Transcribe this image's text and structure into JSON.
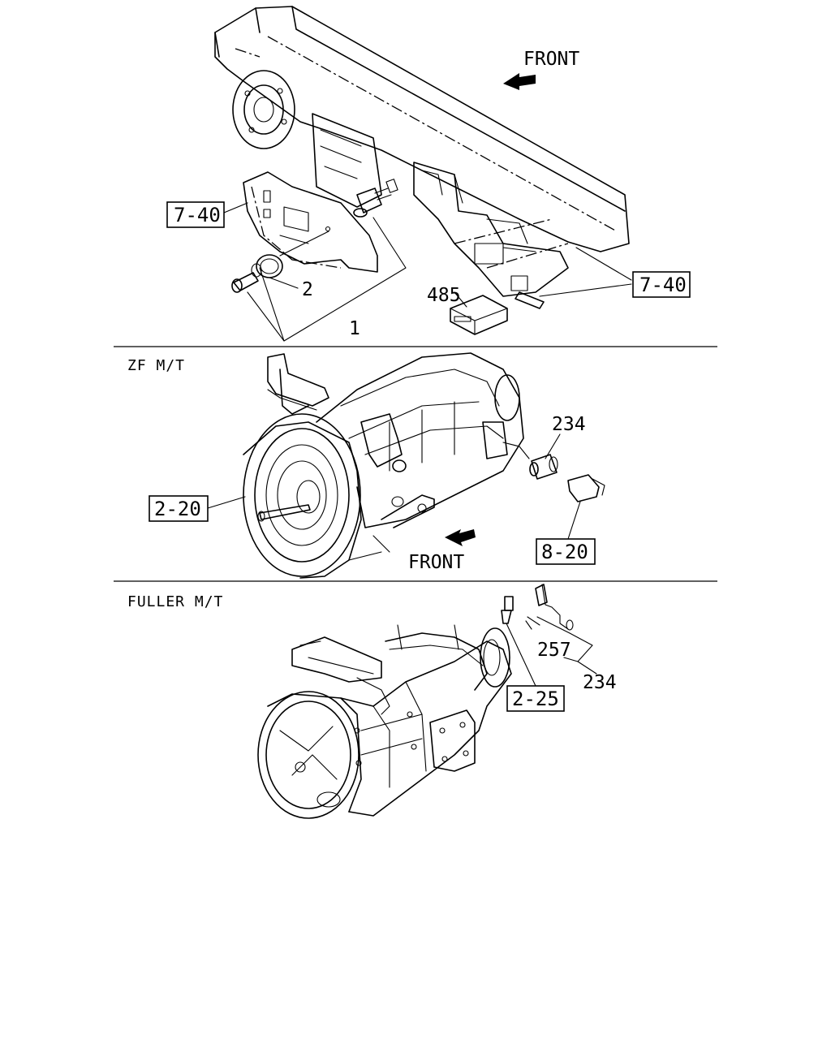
{
  "top": {
    "front": "FRONT",
    "ref_left": "7-40",
    "ref_right": "7-40",
    "part_2": "2",
    "part_1": "1",
    "part_485": "485"
  },
  "zf": {
    "title": "ZF M/T",
    "part_234": "234",
    "ref_2_20": "2-20",
    "ref_8_20": "8-20",
    "front": "FRONT"
  },
  "fuller": {
    "title": "FULLER M/T",
    "part_257": "257",
    "part_234": "234",
    "ref_2_25": "2-25"
  }
}
